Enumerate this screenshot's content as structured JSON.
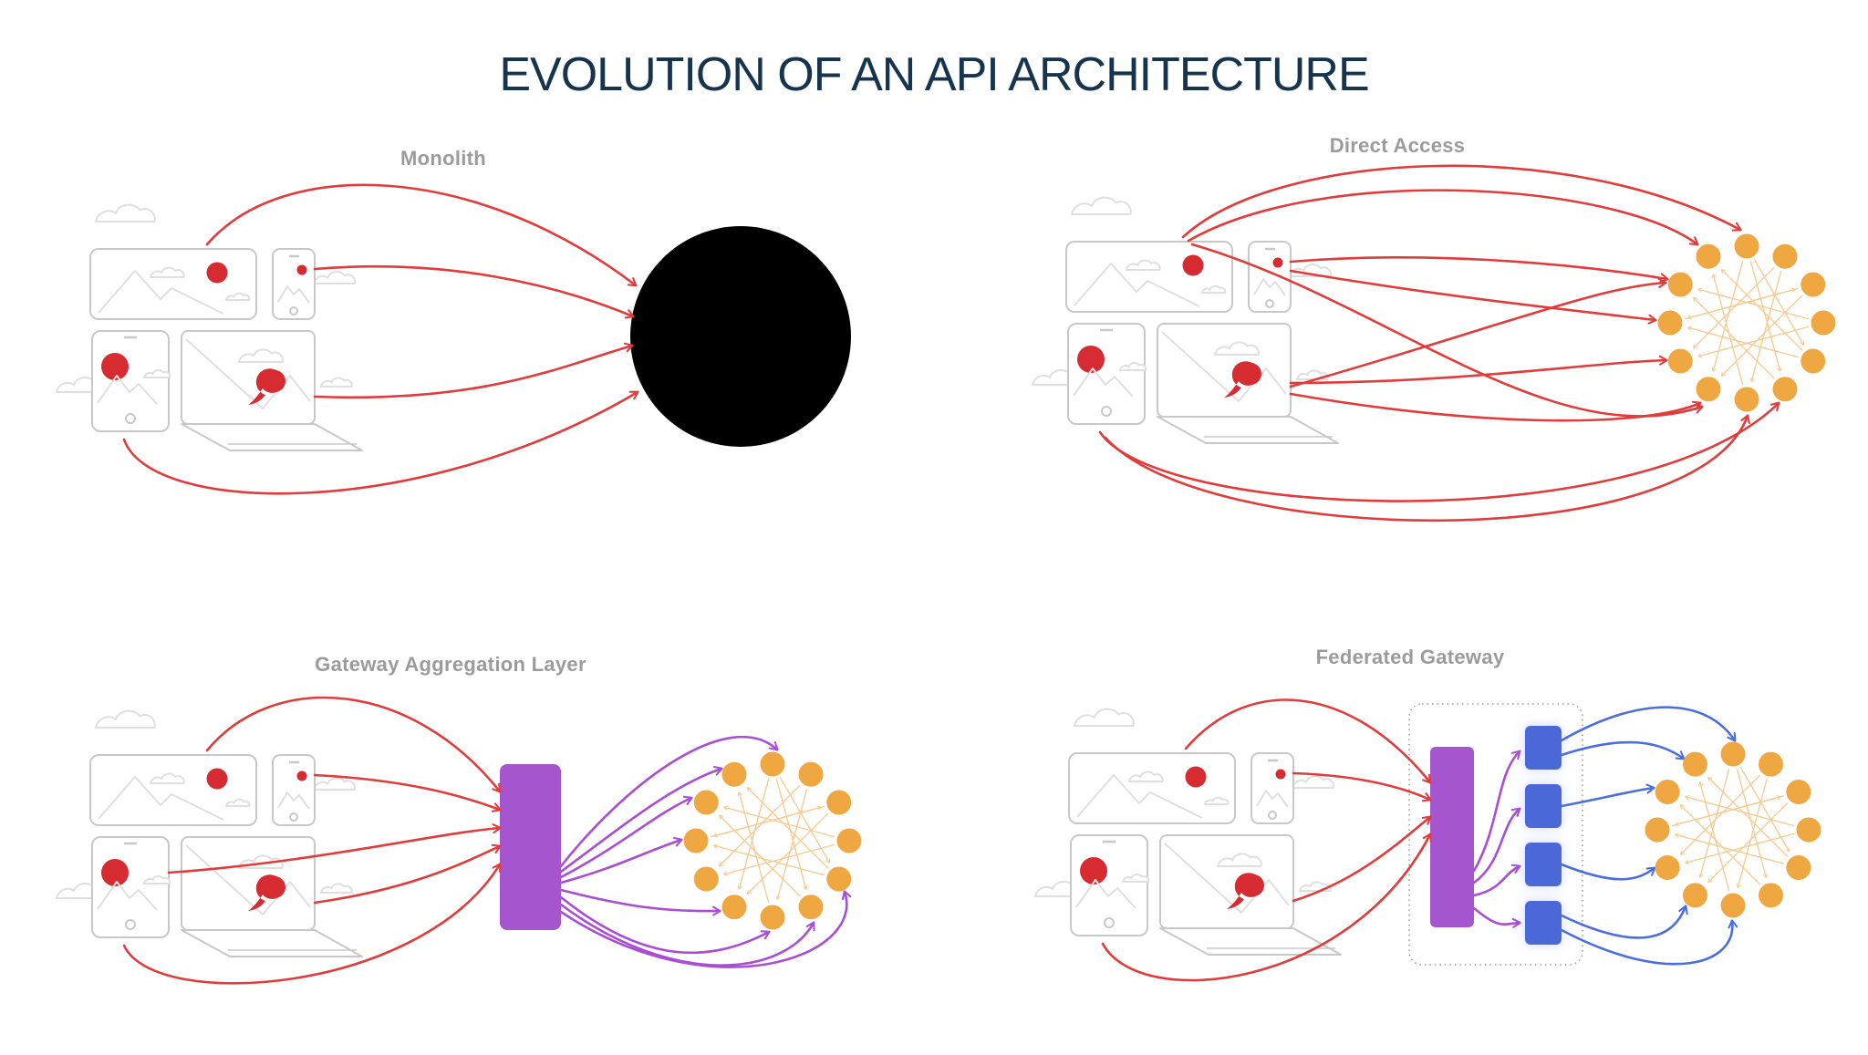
{
  "title": {
    "text": "EVOLUTION OF AN API ARCHITECTURE"
  },
  "panels": [
    {
      "id": "monolith",
      "label": "Monolith"
    },
    {
      "id": "direct-access",
      "label": "Direct Access"
    },
    {
      "id": "gateway-aggregation",
      "label": "Gateway Aggregation Layer"
    },
    {
      "id": "federated-gateway",
      "label": "Federated Gateway"
    }
  ],
  "colors": {
    "background": "#FFFFFF",
    "title_text": "#16344E",
    "panel_label": "#9B9B9B",
    "client_arrow_red": "#E13B3B",
    "device_outline": "#C8C8C8",
    "device_detail": "#DFDFDF",
    "device_accent_red": "#D62B31",
    "monolith_black": "#000000",
    "microservice_orange": "#EFA742",
    "mesh_orange": "#F7C98E",
    "gateway_purple": "#A556CF",
    "gateway_arrow_purple": "#A94DD4",
    "dgs_blue": "#4C67D9",
    "dgs_arrow_blue": "#4A6EDE",
    "federation_border": "#9E9E9E"
  },
  "diagram": {
    "monolith": {
      "client_arrows": 4
    },
    "direct_access": {
      "client_arrows": 10,
      "microservice_nodes": 12
    },
    "gateway_aggregation": {
      "client_arrows": 5,
      "gateway_fanout_arrows": 8,
      "microservice_nodes": 12
    },
    "federated_gateway": {
      "client_arrows": 4,
      "gateway_to_dgs_arrows": 4,
      "dgs_count": 4,
      "dgs_to_microservice_arrows": 6,
      "microservice_nodes": 12
    }
  }
}
